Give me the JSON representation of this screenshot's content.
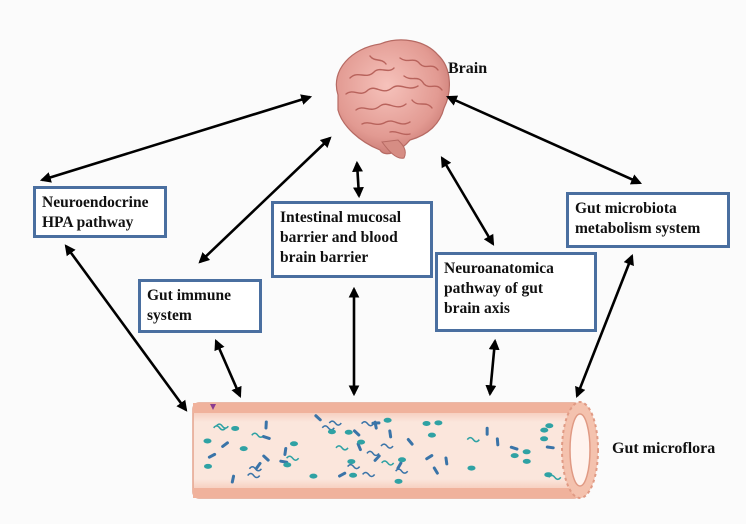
{
  "labels": {
    "brain": "Brain",
    "gut": "Gut microflora"
  },
  "boxes": {
    "neuroendocrine": [
      "Neuroendocrine",
      "HPA pathway"
    ],
    "gut_immune": [
      "Gut immune",
      "system"
    ],
    "intestinal": [
      "Intestinal mucosal",
      "barrier and blood",
      "brain  barrier"
    ],
    "neuroanatomical": [
      "Neuroanatomica",
      "pathway of gut",
      "brain axis"
    ],
    "metabolism": [
      "Gut microbiota",
      "metabolism system"
    ]
  },
  "colors": {
    "box_border": "#4a6fa0",
    "arrow": "#000000",
    "brain": "#e8a39c",
    "gut_wall": "#f4c5b3",
    "bacteria_blue": "#3a74a8",
    "bacteria_teal": "#2fa2a4"
  }
}
